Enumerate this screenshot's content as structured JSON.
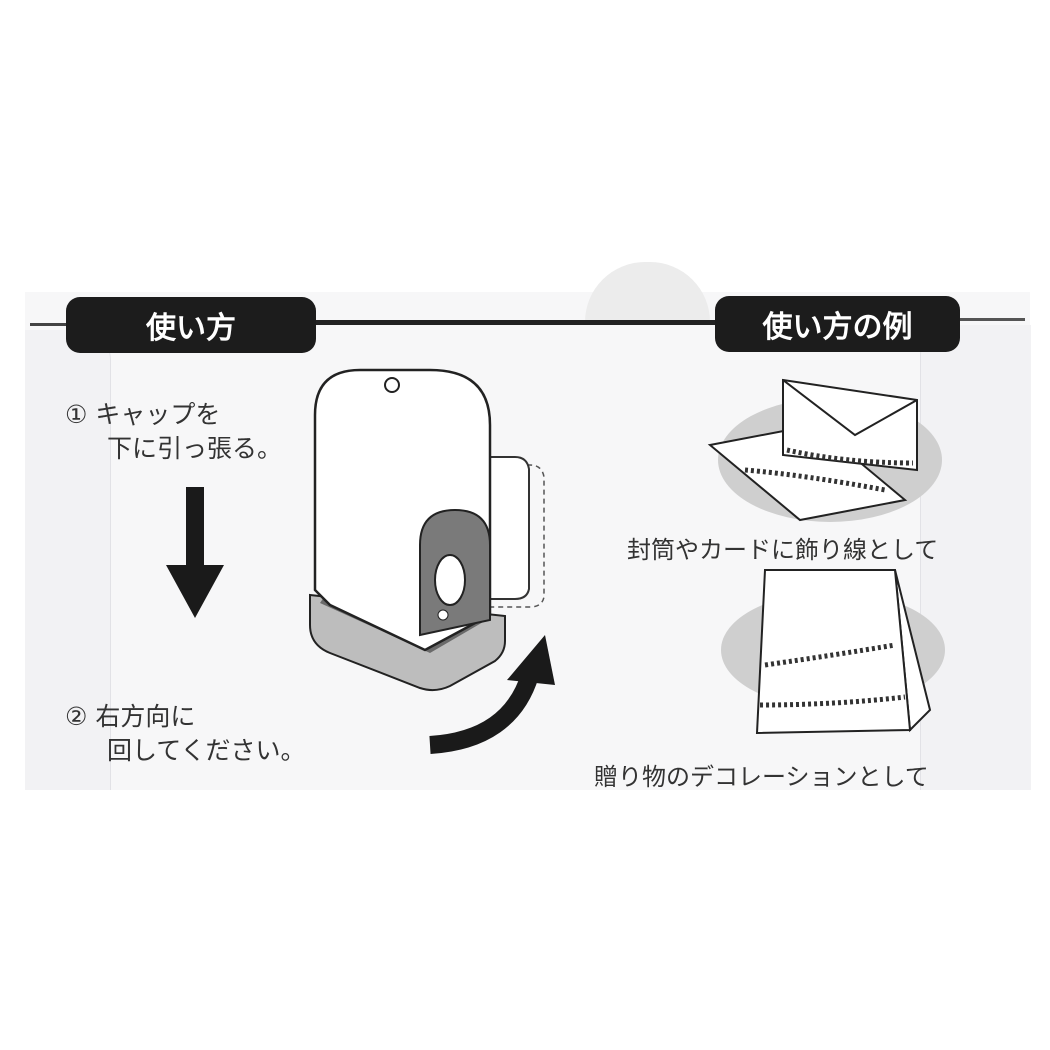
{
  "headers": {
    "how_to_use": "使い方",
    "usage_examples": "使い方の例"
  },
  "steps": [
    {
      "number": "①",
      "line1": "キャップを",
      "line2": "下に引っ張る。"
    },
    {
      "number": "②",
      "line1": "右方向に",
      "line2": "回してください。"
    }
  ],
  "examples": [
    {
      "caption": "封筒やカードに飾り線として"
    },
    {
      "caption": "贈り物のデコレーションとして"
    }
  ]
}
